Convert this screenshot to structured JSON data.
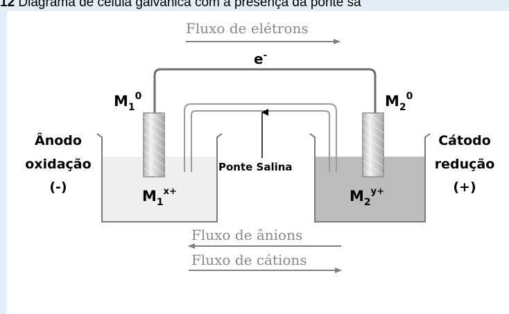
{
  "caption": {
    "number": "12",
    "text": "Diagrama de célula galvânica com a presença da ponte sa"
  },
  "diagram": {
    "flow_top": "Fluxo de elétrons",
    "electron": "e",
    "electron_sup": "-",
    "left_metal": {
      "base": "M",
      "sub": "1",
      "sup": "0"
    },
    "right_metal": {
      "base": "M",
      "sub": "2",
      "sup": "0"
    },
    "left_ion": {
      "base": "M",
      "sub": "1",
      "sup": "x+"
    },
    "right_ion": {
      "base": "M",
      "sub": "2",
      "sup": "y+"
    },
    "anode": {
      "title": "Ânodo",
      "process": "oxidação",
      "sign": "(-)"
    },
    "cathode": {
      "title": "Cátodo",
      "process": "redução",
      "sign": "(+)"
    },
    "salt_bridge": "Ponte Salina",
    "flow_anions": "Fluxo de ânions",
    "flow_cations": "Fluxo de cátions"
  },
  "colors": {
    "left_solution": "#efefef",
    "right_solution": "#bcbcbc",
    "wire": "#6b6b6b",
    "arrow": "#7f7f7f"
  }
}
